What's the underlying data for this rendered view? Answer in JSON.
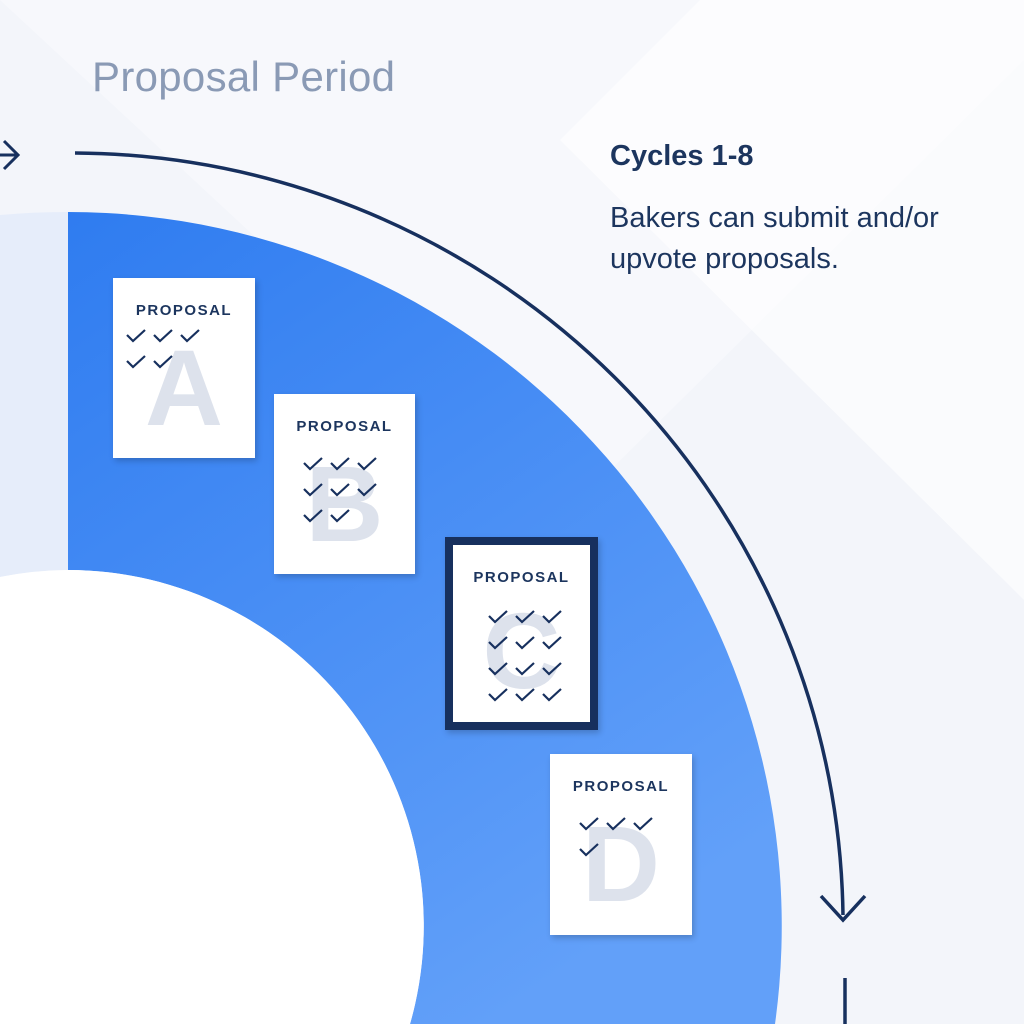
{
  "title": "Proposal Period",
  "info": {
    "heading": "Cycles 1-8",
    "description": "Bakers can submit and/or upvote proposals."
  },
  "proposals": [
    {
      "label": "PROPOSAL",
      "letter": "A",
      "checks": "✓✓✓\n✓✓",
      "selected": false
    },
    {
      "label": "PROPOSAL",
      "letter": "B",
      "checks": "✓✓✓\n✓✓✓\n✓✓",
      "selected": false
    },
    {
      "label": "PROPOSAL",
      "letter": "C",
      "checks": "✓✓✓\n✓✓✓\n✓✓✓\n✓✓✓",
      "selected": true
    },
    {
      "label": "PROPOSAL",
      "letter": "D",
      "checks": "✓✓✓\n✓",
      "selected": false
    }
  ],
  "colors": {
    "ring_start": "#2f7cf0",
    "ring_end": "#5e9cf8",
    "navy": "#17305e",
    "title": "#8a9ab5"
  }
}
